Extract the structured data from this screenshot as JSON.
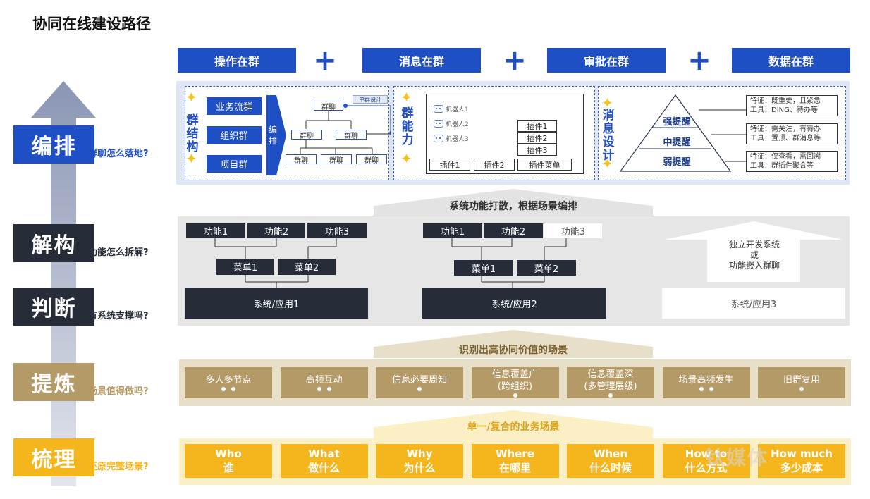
{
  "title": "协同在线建设路径",
  "left": {
    "levels": [
      {
        "label": "编排",
        "question": "群聊怎么落地?",
        "color": "#1f4fc4"
      },
      {
        "label": "解构",
        "question": "功能怎么拆解?",
        "color": "#262c38"
      },
      {
        "label": "判断",
        "question": "有系统支撑吗?",
        "color": "#262c38"
      },
      {
        "label": "提炼",
        "question": "场景值得做吗?",
        "color": "#b49a66"
      },
      {
        "label": "梳理",
        "question": "还原完整场景?",
        "color": "#f5b61d"
      }
    ]
  },
  "pillars": [
    "操作在群",
    "消息在群",
    "审批在群",
    "数据在群"
  ],
  "plus_symbol": "+",
  "orchestration": {
    "group_structure": {
      "title": "群结构",
      "items": [
        "业务流群",
        "组织群",
        "项目群"
      ],
      "arrow_label": "编排",
      "single_group_tag": "单群设计",
      "tree_top": "群聊",
      "tree_mid": [
        "群聊",
        "群聊"
      ],
      "tree_bottom": [
        "群聊",
        "群聊",
        "群聊"
      ]
    },
    "group_capability": {
      "title": "群能力",
      "bots": [
        "机器人1",
        "机器人2",
        "机器人3"
      ],
      "plugins_stack": [
        "插件1",
        "插件2",
        "插件3"
      ],
      "plugins_row": [
        "插件1",
        "插件2",
        "插件菜单"
      ]
    },
    "message_design": {
      "title": "消息设计",
      "levels": [
        "强提醒",
        "中提醒",
        "弱提醒"
      ],
      "features": [
        {
          "line1": "特征：既重要，且紧急",
          "line2": "工具：DING、待办等"
        },
        {
          "line1": "特征：需关注，有待办",
          "line2": "工具：置顶、群消息等"
        },
        {
          "line1": "特征：仅查看，需回溯",
          "line2": "工具：群插件聚合等"
        }
      ]
    }
  },
  "arrows": {
    "to_orchestration": "系统功能打散，根据场景编排",
    "to_deconstruct": "识别出高协同价值的场景",
    "to_refine": "单一/复合的业务场景"
  },
  "deconstruct": {
    "system1": {
      "functions": [
        "功能1",
        "功能2",
        "功能3"
      ],
      "menus": [
        "菜单1",
        "菜单2"
      ],
      "app": "系统/应用1"
    },
    "system2": {
      "functions": [
        "功能1",
        "功能2",
        "功能3"
      ],
      "menus": [
        "菜单1",
        "菜单2"
      ],
      "app": "系统/应用2"
    },
    "system3": {
      "note_line1": "独立开发系统",
      "note_line2": "或",
      "note_line3": "功能嵌入群聊",
      "app": "系统/应用3"
    }
  },
  "refine": {
    "items": [
      {
        "line1": "多人多节点",
        "line2": "",
        "dots": 2
      },
      {
        "line1": "高频互动",
        "line2": "",
        "dots": 2
      },
      {
        "line1": "信息必要周知",
        "line2": "",
        "dots": 1
      },
      {
        "line1": "信息覆盖广",
        "line2": "(跨组织)",
        "dots": 1
      },
      {
        "line1": "信息覆盖深",
        "line2": "(多管理层级)",
        "dots": 1
      },
      {
        "line1": "场景高频发生",
        "line2": "",
        "dots": 2
      },
      {
        "line1": "旧群复用",
        "line2": "",
        "dots": 1
      }
    ]
  },
  "organize": {
    "items": [
      {
        "en": "Who",
        "zh": "谁"
      },
      {
        "en": "What",
        "zh": "做什么"
      },
      {
        "en": "Why",
        "zh": "为什么"
      },
      {
        "en": "Where",
        "zh": "在哪里"
      },
      {
        "en": "When",
        "zh": "什么时候"
      },
      {
        "en": "How to",
        "zh": "什么方式"
      },
      {
        "en": "How much",
        "zh": "多少成本"
      }
    ]
  },
  "logo_text": "钛媒体"
}
